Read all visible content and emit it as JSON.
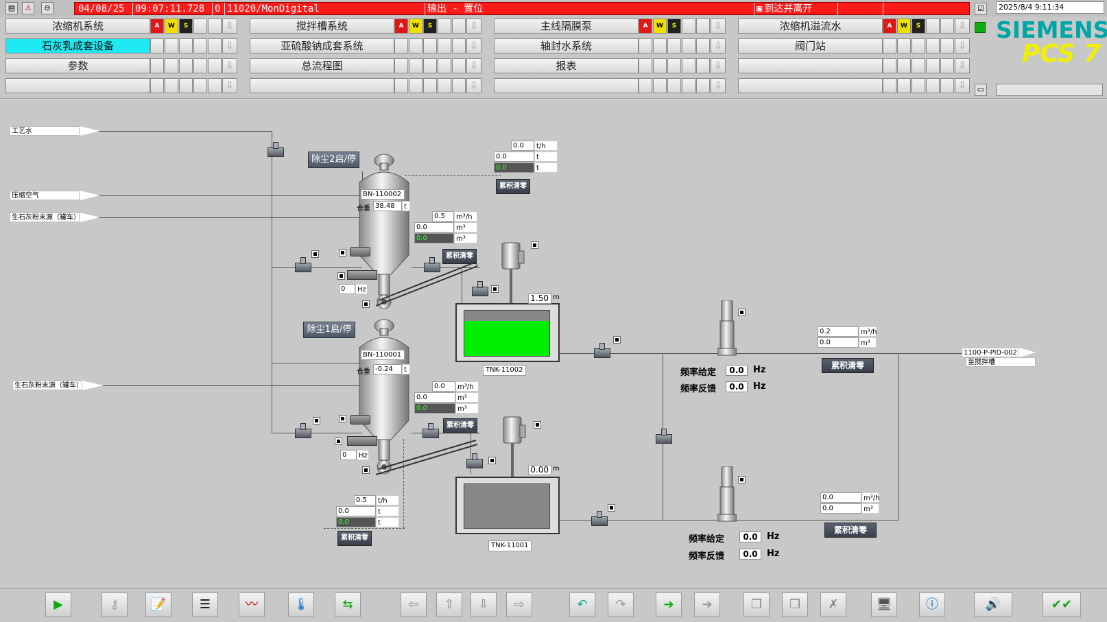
{
  "alarm": {
    "date": "04/08/25",
    "time": "09:07:11.728",
    "count": "0",
    "message": "11020/MonDigital",
    "text": "输出 - 置位",
    "status": "到达并离开"
  },
  "clock": "2025/8/4 9:11:34",
  "nav": [
    {
      "label": "浓缩机系统",
      "aws": true
    },
    {
      "label": "搅拌槽系统",
      "aws": true
    },
    {
      "label": "主线隔膜泵",
      "aws": true
    },
    {
      "label": "浓缩机溢流水",
      "aws": true
    },
    {
      "label": "石灰乳成套设备",
      "active": true
    },
    {
      "label": "亚硫酸钠成套系统"
    },
    {
      "label": "轴封水系统"
    },
    {
      "label": "阀门站"
    },
    {
      "label": "参数"
    },
    {
      "label": "总流程图"
    },
    {
      "label": "报表"
    },
    {
      "label": ""
    }
  ],
  "brand": {
    "name": "SIEMENS",
    "product": "PCS 7"
  },
  "sources": {
    "water": "工艺水",
    "air": "压缩空气",
    "lime1": "生石灰粉末源（罐车）",
    "lime2": "生石灰粉末源（罐车）"
  },
  "silo2": {
    "btn": "除尘2启/停",
    "tag": "BN-110002",
    "weight_label": "仓重",
    "weight": "38.48",
    "unit": "t"
  },
  "silo1": {
    "btn": "除尘1启/停",
    "tag": "BN-110001",
    "weight_label": "仓重",
    "weight": "-0.24",
    "unit": "t"
  },
  "flow_top": {
    "r1": "0.0",
    "u1": "t/h",
    "r2": "0.0",
    "u2": "t",
    "r3": "0.0",
    "u3": "t"
  },
  "flow_w2": {
    "r1": "0.5",
    "u1": "m³/h",
    "r2": "0.0",
    "u2": "m³",
    "r3": "0.0",
    "u3": "m³"
  },
  "flow_w1": {
    "r1": "0.0",
    "u1": "m³/h",
    "r2": "0.0",
    "u2": "m³",
    "r3": "0.0",
    "u3": "m³"
  },
  "flow_bot": {
    "r1": "0.5",
    "u1": "t/h",
    "r2": "0.0",
    "u2": "t",
    "r3": "0.0",
    "u3": "t"
  },
  "hz2": {
    "val": "0",
    "unit": "Hz"
  },
  "hz1": {
    "val": "0",
    "unit": "Hz"
  },
  "reset_label": "累积清零",
  "tank2": {
    "tag": "TNK-11002",
    "level": "1.50",
    "unit": "m",
    "fill": 0.78
  },
  "tank1": {
    "tag": "TNK-11001",
    "level": "0.00",
    "unit": "m",
    "fill": 0
  },
  "pump_top": {
    "set_label": "频率给定",
    "set": "0.0",
    "fb_label": "频率反馈",
    "fb": "0.0",
    "unit": "Hz",
    "flow": "0.2",
    "flow_unit": "m³/h",
    "total": "0.0",
    "total_unit": "m³"
  },
  "pump_bot": {
    "set_label": "频率给定",
    "set": "0.0",
    "fb_label": "频率反馈",
    "fb": "0.0",
    "unit": "Hz",
    "flow": "0.0",
    "flow_unit": "m³/h",
    "total": "0.0",
    "total_unit": "m³"
  },
  "outlet": {
    "tag": "1100-P-PID-002",
    "dest": "至搅拌槽"
  },
  "colors": {
    "alarm": "#ff1a1a",
    "active_nav": "#1ee8f2",
    "tank_fill": "#00ee00",
    "siemens": "#00a6a6",
    "pcs7": "#f0f000"
  }
}
